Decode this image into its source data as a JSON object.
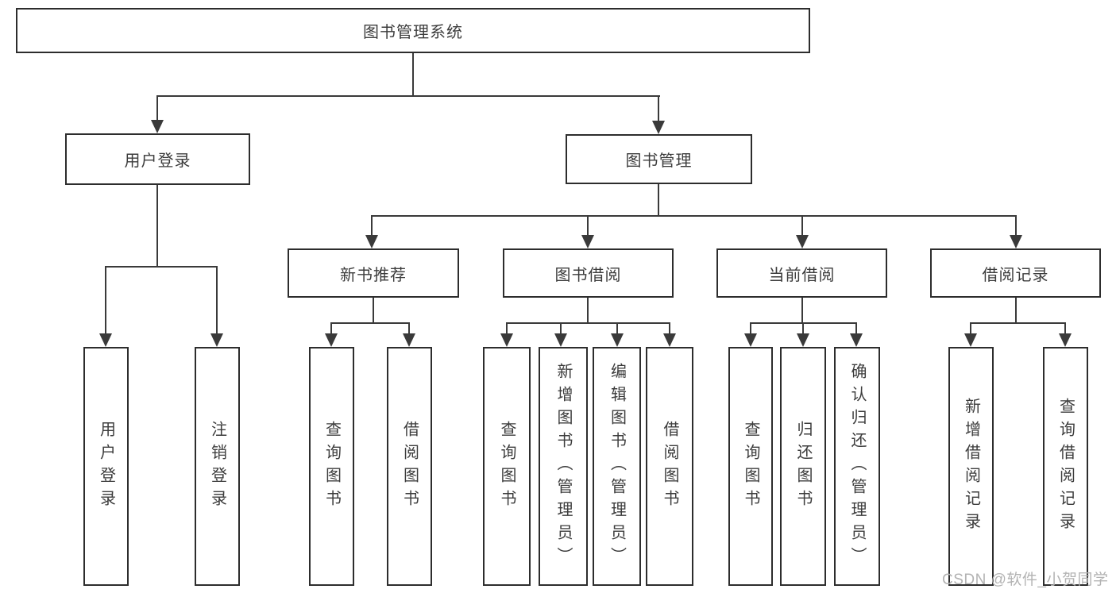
{
  "diagram": {
    "title": "图书管理系统",
    "root": {
      "label": "图书管理系统"
    },
    "branches": {
      "user_login": {
        "label": "用户登录",
        "children": {
          "login": "用户登录",
          "logout": "注销登录"
        }
      },
      "book_mgmt": {
        "label": "图书管理",
        "modules": {
          "new_books": {
            "label": "新书推荐",
            "children": [
              "查询图书",
              "借阅图书"
            ]
          },
          "borrowing": {
            "label": "图书借阅",
            "children": [
              "查询图书",
              "新增图书（管理员）",
              "编辑图书（管理员）",
              "借阅图书"
            ]
          },
          "current": {
            "label": "当前借阅",
            "children": [
              "查询图书",
              "归还图书",
              "确认归还（管理员）"
            ]
          },
          "records": {
            "label": "借阅记录",
            "children": [
              "新增借阅记录",
              "查询借阅记录"
            ]
          }
        }
      }
    },
    "line_color": "#3a3a3a",
    "border_color": "#2d2d2d",
    "text_color": "#3c3c3c"
  },
  "watermark": "CSDN @软件_小贺同学"
}
